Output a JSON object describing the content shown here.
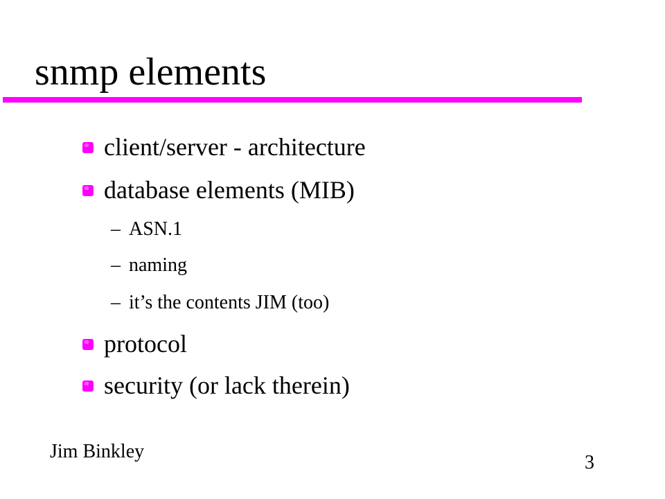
{
  "slide": {
    "title": "snmp elements",
    "accent_color": "#ff00ff",
    "bullet_icon": "magenta-square-bullet-icon",
    "bullets": [
      {
        "text": "client/server - architecture"
      },
      {
        "text": "database elements (MIB)"
      },
      {
        "text": "protocol"
      },
      {
        "text": "security (or lack therein)"
      }
    ],
    "sub_dash": "–",
    "sub_items": [
      {
        "text": "ASN.1"
      },
      {
        "text": "naming"
      },
      {
        "text": "it’s the contents JIM (too)"
      }
    ],
    "footer": {
      "author": "Jim Binkley",
      "page_number": "3"
    }
  }
}
